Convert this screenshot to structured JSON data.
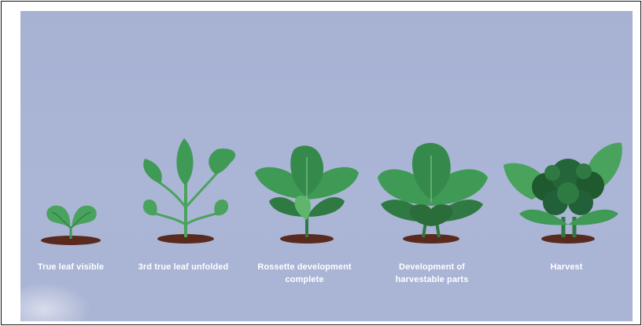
{
  "stages": [
    {
      "label": "True leaf visible"
    },
    {
      "label": "3rd true leaf unfolded"
    },
    {
      "label": "Rossette development\ncomplete"
    },
    {
      "label": "Development of\nharvestable parts"
    },
    {
      "label": "Harvest"
    }
  ],
  "colors": {
    "background": "#a9b3d4",
    "leaf_dark": "#2f7a42",
    "leaf_mid": "#3f9a55",
    "leaf_light": "#5fb56c",
    "soil": "#5a2a1e",
    "text": "#ffffff"
  }
}
